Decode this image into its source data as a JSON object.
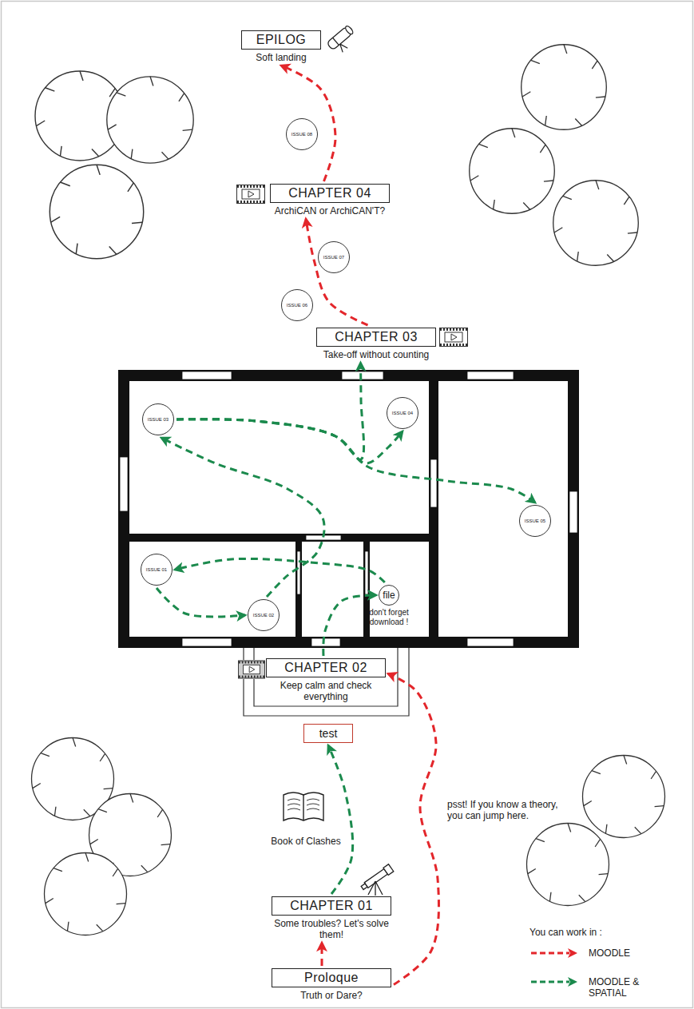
{
  "diagram": {
    "nodes": [
      {
        "text": [
          "EPILOG",
          "Soft landing"
        ]
      },
      {
        "text": [
          "ISSUE 08"
        ]
      },
      {
        "text": [
          "CHAPTER 04",
          "ArchiCAN or ArchiCAN'T?"
        ]
      },
      {
        "text": [
          "ISSUE 07"
        ]
      },
      {
        "text": [
          "ISSUE 06"
        ]
      },
      {
        "text": [
          "CHAPTER 03",
          "Take-off without counting"
        ]
      },
      {
        "text": [
          "ISSUE 03"
        ]
      },
      {
        "text": [
          "ISSUE 04"
        ]
      },
      {
        "text": [
          "ISSUE 01"
        ]
      },
      {
        "text": [
          "file",
          "don't forget download !"
        ]
      },
      {
        "text": [
          "ISSUE 02"
        ]
      },
      {
        "text": [
          "ISSUE 05"
        ]
      },
      {
        "text": [
          "CHAPTER 02",
          "Keep calm and check everything"
        ]
      },
      {
        "text": [
          "test"
        ]
      },
      {
        "text": [
          "CHAPTER 01",
          "Some troubles? Let's solve them!"
        ]
      },
      {
        "text": [
          "Proloque",
          "Truth or Dare?"
        ]
      }
    ],
    "edges": [
      {
        "from": 15,
        "to": 14,
        "arrow": "to"
      },
      {
        "from": 15,
        "to": 12,
        "arrow": "to"
      },
      {
        "from": 14,
        "to": 13,
        "arrow": "to"
      },
      {
        "from": 12,
        "to": 9,
        "arrow": "to"
      },
      {
        "from": 9,
        "to": 8,
        "arrow": "to"
      },
      {
        "from": 8,
        "to": 10,
        "arrow": "to"
      },
      {
        "from": 10,
        "to": 6,
        "arrow": "to"
      },
      {
        "from": 6,
        "to": 5,
        "arrow": "to"
      },
      {
        "from": 6,
        "to": 7,
        "arrow": "to"
      },
      {
        "from": 6,
        "to": 11,
        "arrow": "to"
      },
      {
        "from": 5,
        "to": 2,
        "arrow": "to"
      },
      {
        "from": 2,
        "to": 0,
        "arrow": "to"
      }
    ],
    "labels": [
      "Book of Clashes",
      "psst! If you know a theory, you can jump here.",
      "You can work in :"
    ],
    "legend": [
      {
        "text": "MOODLE"
      },
      {
        "text": "MOODLE & SPATIAL"
      }
    ]
  }
}
